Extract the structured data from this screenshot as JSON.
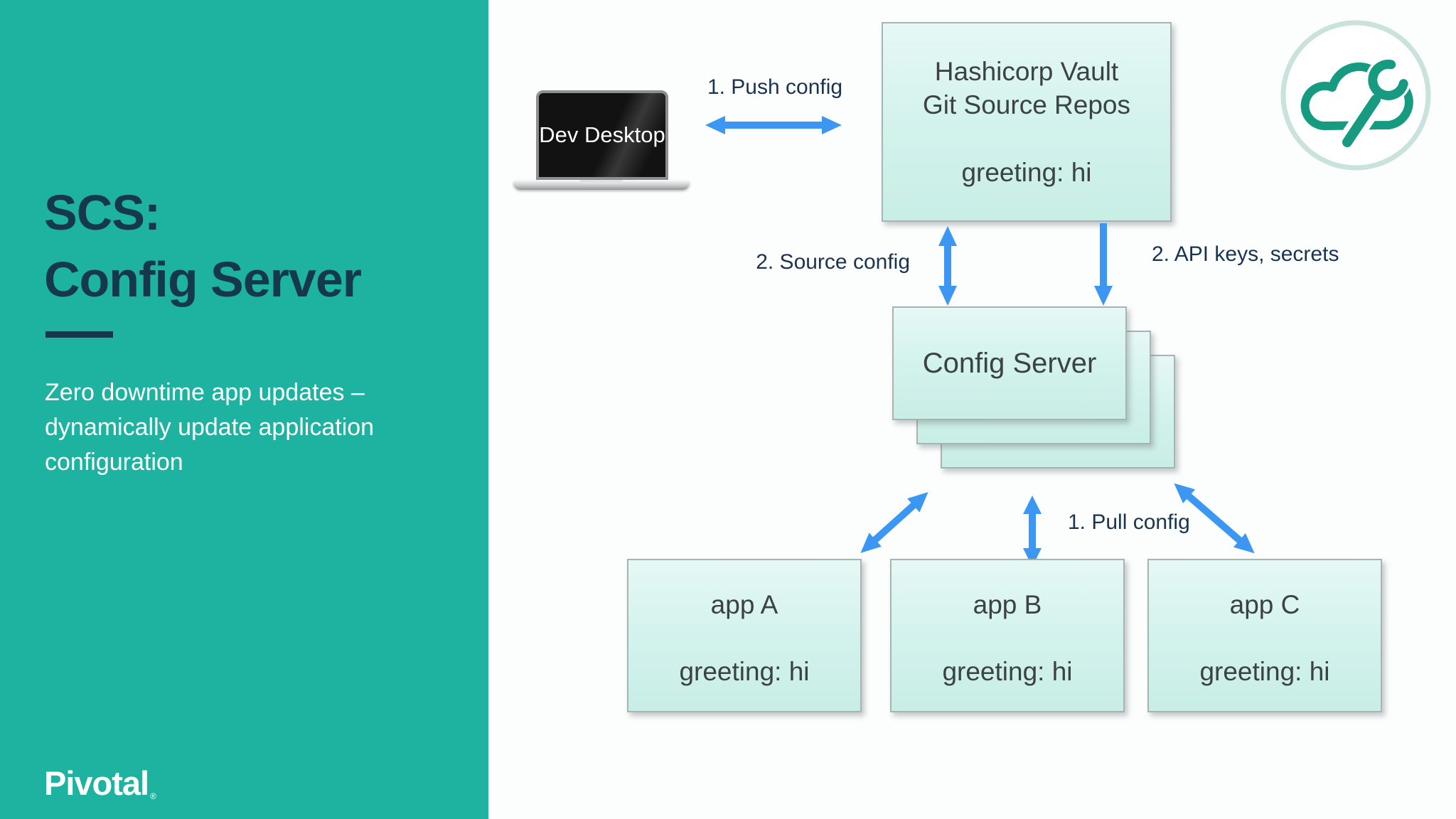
{
  "slide": {
    "sidebar": {
      "title_line1": "SCS:",
      "title_line2": "Config Server",
      "subtitle_line1": "Zero downtime app updates –",
      "subtitle_line2": "dynamically update application",
      "subtitle_line3": "configuration",
      "logo_text": "Pivotal",
      "logo_mark": "®"
    },
    "diagram": {
      "dev_desktop_label": "Dev Desktop",
      "push_config_label": "1. Push config",
      "source_config_label": "2. Source config",
      "api_keys_label": "2. API keys, secrets",
      "pull_config_label": "1. Pull config",
      "vault_box": {
        "title_line1": "Hashicorp Vault",
        "title_line2": "Git Source Repos",
        "greeting": "greeting: hi"
      },
      "config_server_label": "Config Server",
      "apps": [
        {
          "name": "app A",
          "greeting": "greeting: hi"
        },
        {
          "name": "app B",
          "greeting": "greeting: hi"
        },
        {
          "name": "app C",
          "greeting": "greeting: hi"
        }
      ],
      "icons": {
        "badge": "cloud-wrench-icon",
        "device": "laptop-icon"
      }
    },
    "colors": {
      "sidebar_teal": "#1db3a0",
      "title_navy": "#16384c",
      "label_navy": "#1a3450",
      "arrow_blue": "#3b97f1",
      "box_fill_top": "#e6f8f5",
      "box_fill_bottom": "#c8eee6",
      "box_border": "#a8b4b2",
      "box_text": "#3c4244",
      "icon_teal": "#169b80"
    }
  }
}
